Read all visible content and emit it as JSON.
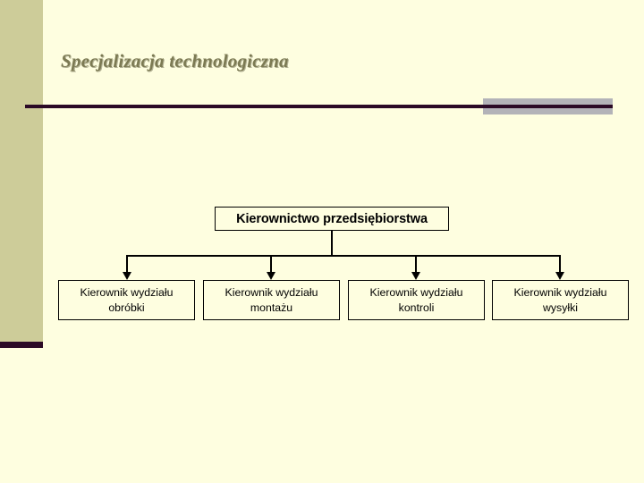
{
  "slide": {
    "title": "Specjalizacja technologiczna",
    "background_color": "#FEFEE0",
    "band_color": "#CDCC99",
    "accent_color": "#2B0A26",
    "title_color": "#7C7A53",
    "rule_block_color": "#B3B3B8"
  },
  "org_chart": {
    "root": {
      "label": "Kierownictwo przedsiębiorstwa"
    },
    "children": [
      {
        "label": "Kierownik wydziału obróbki"
      },
      {
        "label": "Kierownik wydziału montażu"
      },
      {
        "label": "Kierownik wydziału kontroli"
      },
      {
        "label": "Kierownik wydziału wysyłki"
      }
    ]
  }
}
